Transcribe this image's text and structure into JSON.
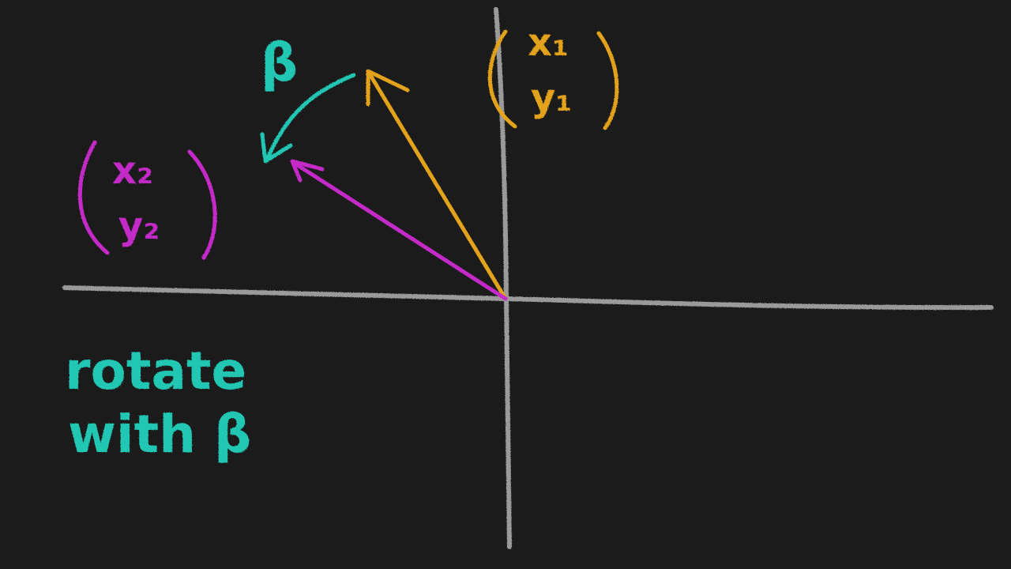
{
  "colors": {
    "background": "#1b1b1b",
    "axes": "#9a9a9a",
    "vector_1": "#e3a21a",
    "vector_2": "#c42ac8",
    "rotation": "#23c7b4"
  },
  "labels": {
    "beta_symbol": "β",
    "vector_1_x": "x₁",
    "vector_1_y": "y₁",
    "vector_2_x": "x₂",
    "vector_2_y": "y₂",
    "note_line_1": "rotate",
    "note_line_2": "with β"
  }
}
